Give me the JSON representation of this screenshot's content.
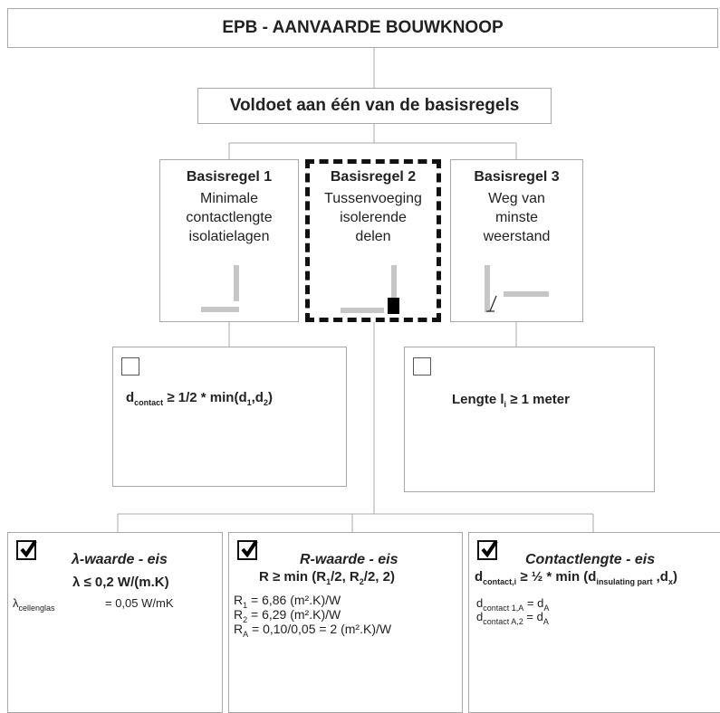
{
  "header": {
    "title": "EPB - AANVAARDE BOUWKNOOP"
  },
  "subheader": {
    "title": "Voldoet aan één van de basisregels"
  },
  "rules": [
    {
      "title": "Basisregel 1",
      "desc": [
        "Minimale",
        "contactlengte",
        "isolatielagen"
      ]
    },
    {
      "title": "Basisregel 2",
      "desc": [
        "Tussenvoeging",
        "isolerende",
        "delen"
      ]
    },
    {
      "title": "Basisregel 3",
      "desc": [
        "Weg van",
        "minste",
        "weerstand"
      ]
    }
  ],
  "criteria": {
    "left": {
      "d": "d",
      "contact": "contact",
      "rest": " ≥ 1/2 * min(d",
      "s1": "1",
      "comma": ",d",
      "s2": "2",
      "close": ")"
    },
    "right": {
      "text": "Lengte l",
      "sub": "i",
      "rest": " ≥ 1 meter"
    }
  },
  "results": {
    "lambda": {
      "title": "λ-waarde",
      "suffix": " - eis",
      "req": "λ ≤ 0,2 W/(m.K)",
      "lam_sym": "λ",
      "lam_sub": "cellenglas",
      "lam_val": "= 0,05 W/mK"
    },
    "r": {
      "title": "R-waarde",
      "suffix": " - eis",
      "req_a": "R ≥ min (R",
      "req_s1": "1",
      "req_b": "/2, R",
      "req_s2": "2",
      "req_c": "/2, 2)",
      "lines": [
        {
          "sym": "R",
          "sub": "1",
          "val": " = 6,86 (m².K)/W"
        },
        {
          "sym": "R",
          "sub": "2",
          "val": " = 6,29 (m².K)/W"
        },
        {
          "sym": "R",
          "sub": "A",
          "val": " = 0,10/0,05 = 2 (m².K)/W"
        }
      ]
    },
    "contact": {
      "title": "Contactlengte",
      "suffix": " - eis",
      "req_a": "d",
      "req_s1": "contact,i",
      "req_b": " ≥ ½ * min (d",
      "req_s2": "insulating part",
      "req_c": " ,d",
      "req_s3": "x",
      "req_d": ")",
      "lines": [
        {
          "sym": "d",
          "sub": "contact 1,A",
          "val": " = d",
          "sub2": "A"
        },
        {
          "sym": "d",
          "sub": "contact A,2",
          "val": " = d",
          "sub2": "A"
        }
      ]
    }
  }
}
